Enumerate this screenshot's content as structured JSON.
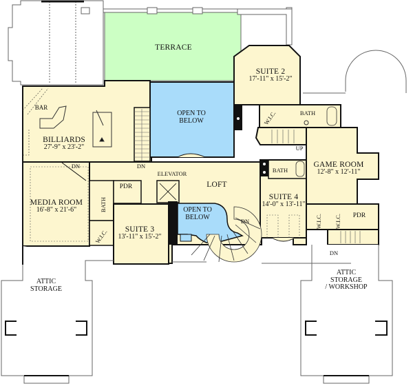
{
  "plan": {
    "colors": {
      "room_fill": "#fdf6cf",
      "terrace_fill": "#ccffc4",
      "open_below_fill": "#a9dcfa",
      "wall": "#111111",
      "outline": "#666666",
      "background": "#ffffff"
    },
    "rooms": {
      "terrace": {
        "name": "TERRACE"
      },
      "suite2": {
        "name": "SUITE 2",
        "dim": "17'-11\" x 15'-2\""
      },
      "open_below_1": {
        "name": "OPEN TO",
        "name2": "BELOW"
      },
      "billiards": {
        "name": "BILLIARDS",
        "dim": "27'-9\" x 23'-2\""
      },
      "bar": {
        "name": "BAR"
      },
      "game_room": {
        "name": "GAME ROOM",
        "dim": "12'-8\" x 12'-11\""
      },
      "media_room": {
        "name": "MEDIA ROOM",
        "dim": "16'-8\" x 21'-6\""
      },
      "loft": {
        "name": "LOFT"
      },
      "suite3": {
        "name": "SUITE 3",
        "dim": "13'-11\" x 15'-2\""
      },
      "suite4": {
        "name": "SUITE 4",
        "dim": "14'-0\" x 13'-11\""
      },
      "open_below_2": {
        "name": "OPEN TO",
        "name2": "BELOW"
      },
      "attic_left": {
        "name": "ATTIC",
        "name2": "STORAGE"
      },
      "attic_right": {
        "name": "ATTIC",
        "name2": "STORAGE",
        "name3": "/ WORKSHOP"
      }
    },
    "small_labels": {
      "elevator": "ELEVATOR",
      "pdr_left": "PDR",
      "pdr_right": "PDR",
      "bath_suite2": "BATH",
      "bath_suite4": "BATH",
      "bath_media": "BATH",
      "wic_suite2": "W.I.C.",
      "wic_suite3": "W.I.C.",
      "wic_suite4": "W.I.C.",
      "wic_game": "W.I.C.",
      "up_stair": "UP",
      "dn_main": "DN",
      "dn_billiards": "DN",
      "dn_spiral": "DN",
      "dn_workshop": "DN"
    }
  }
}
